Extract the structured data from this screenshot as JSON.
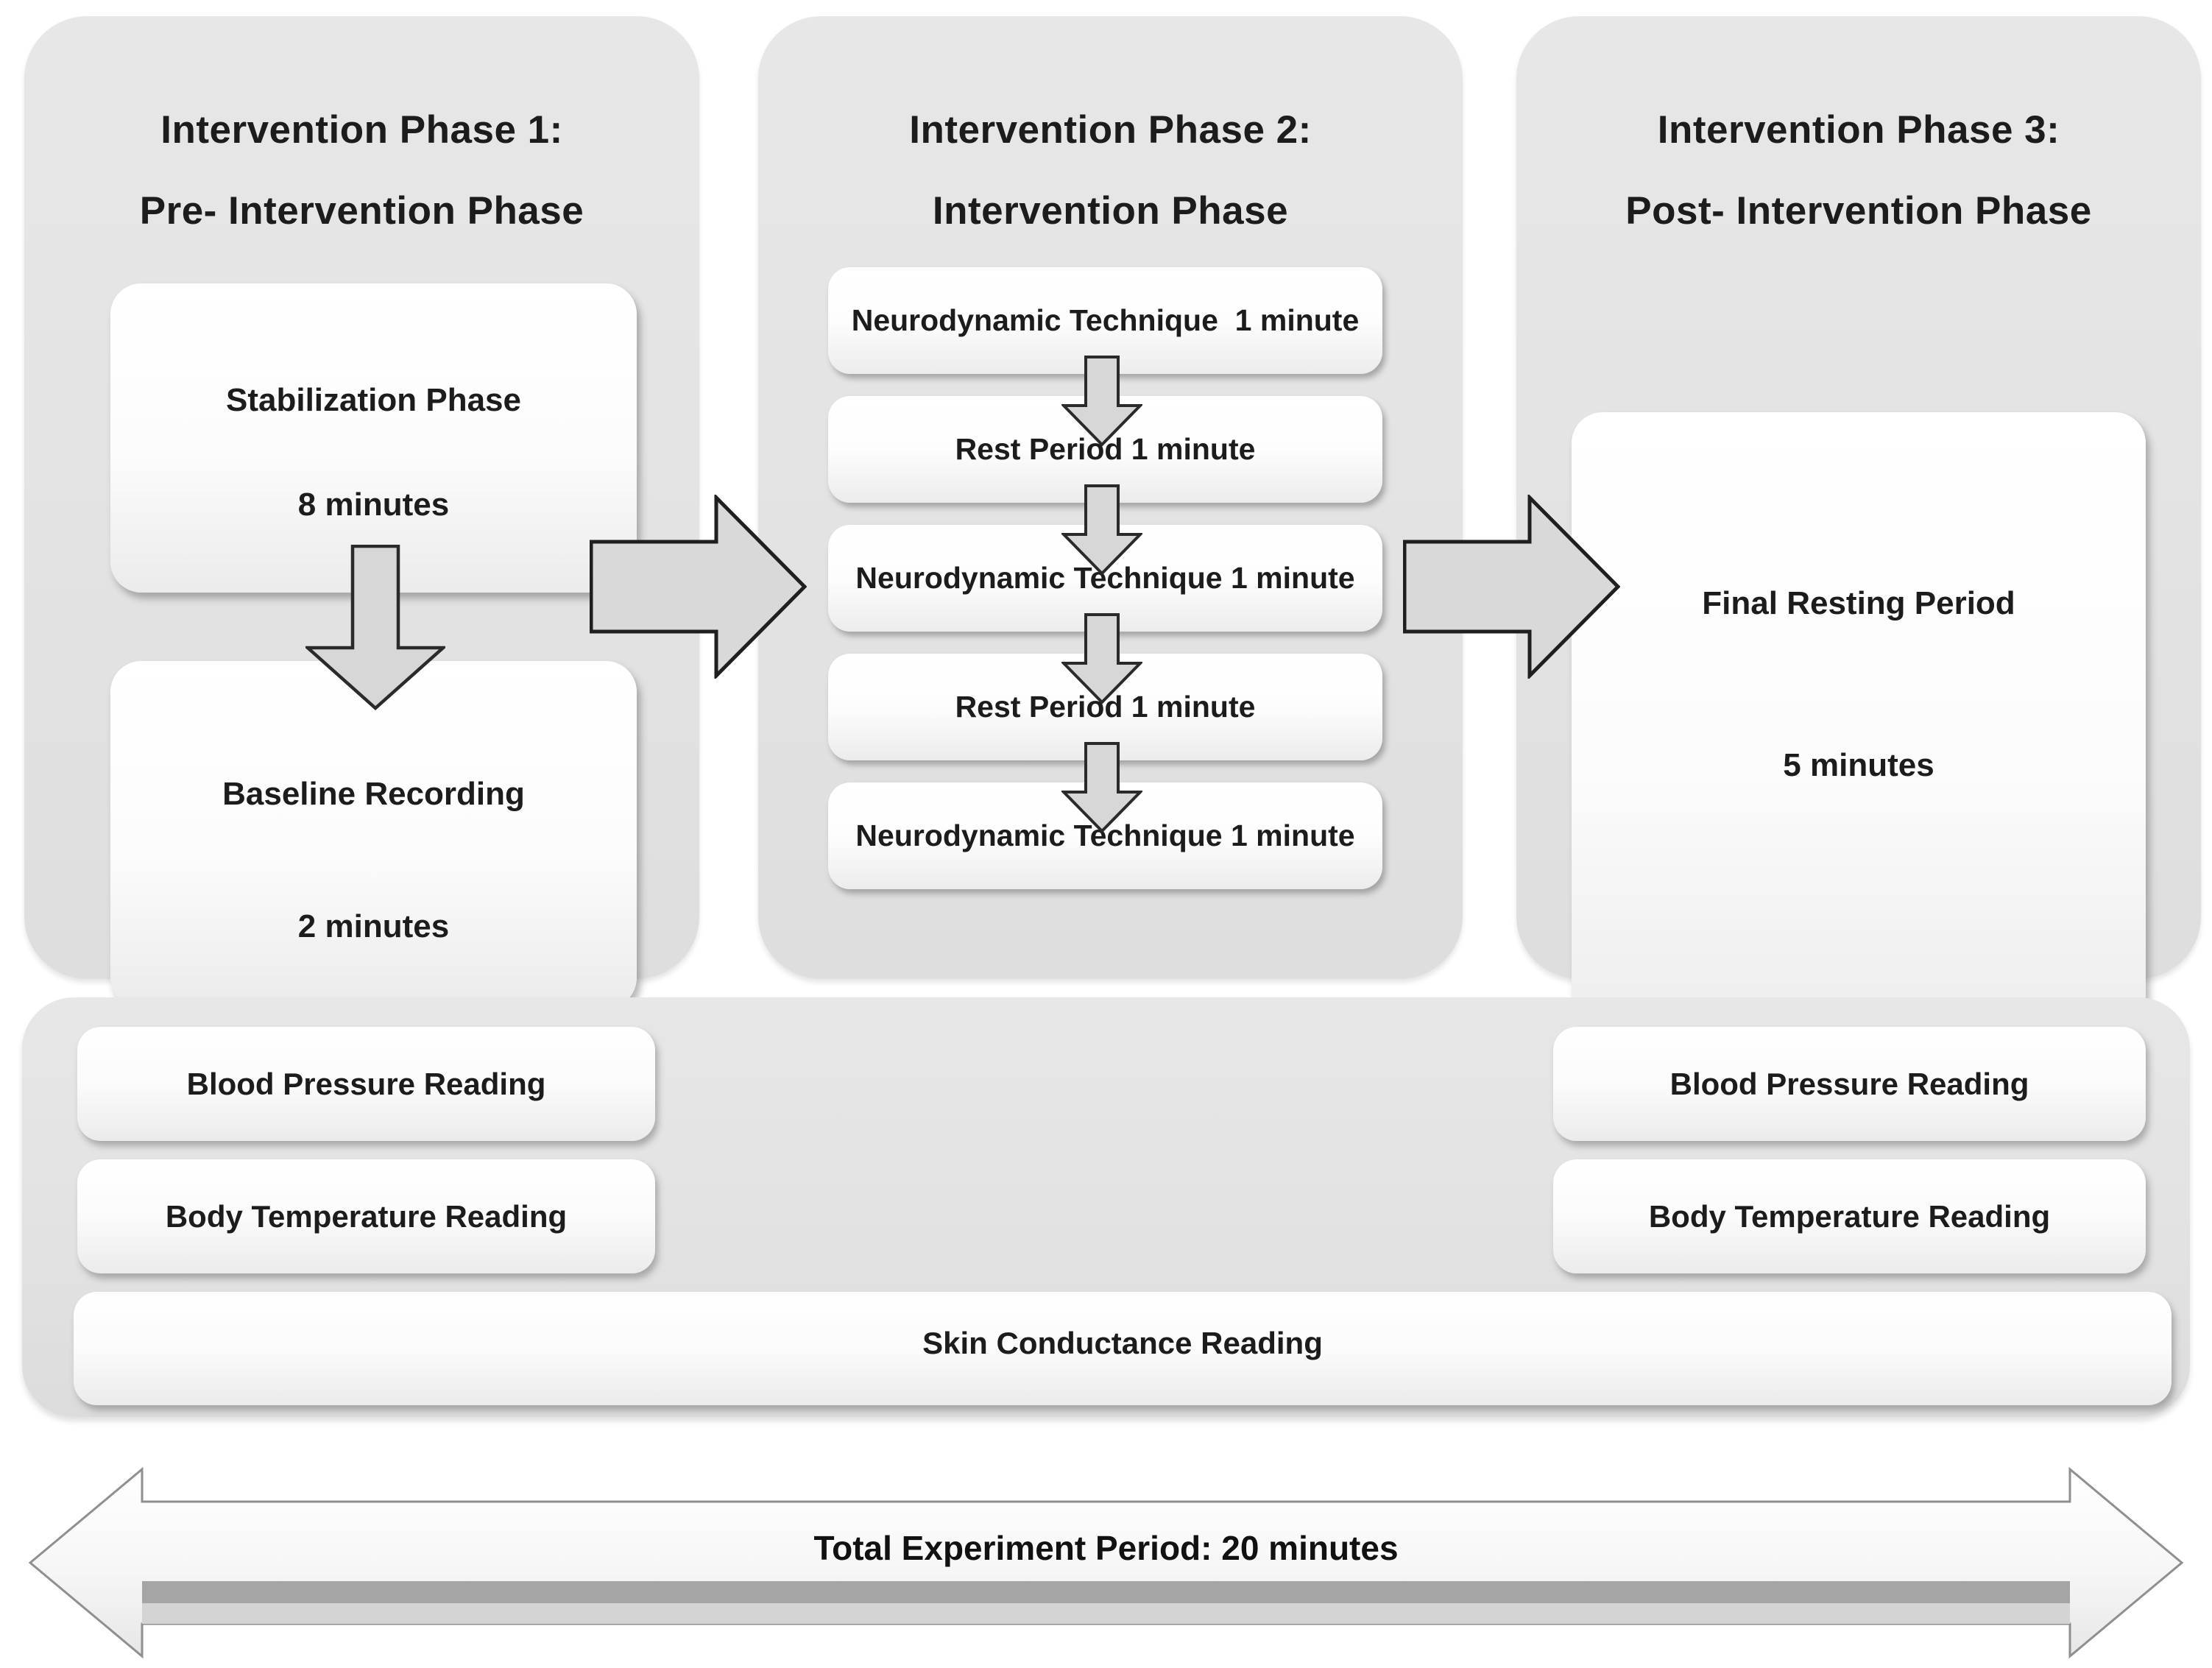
{
  "figure": {
    "phase1": {
      "title1": "Intervention Phase 1:",
      "title2": "Pre- Intervention Phase",
      "box1_line1": "Stabilization Phase",
      "box1_line2": "8 minutes",
      "box2_line1": "Baseline Recording",
      "box2_line2": "2 minutes"
    },
    "phase2": {
      "title1": "Intervention Phase 2:",
      "title2": "Intervention Phase",
      "steps": [
        "Neurodynamic Technique  1 minute",
        "Rest Period 1 minute",
        "Neurodynamic Technique 1 minute",
        "Rest Period 1 minute",
        "Neurodynamic Technique 1 minute"
      ]
    },
    "phase3": {
      "title1": "Intervention Phase 3:",
      "title2": "Post- Intervention Phase",
      "box_line1": "Final Resting Period",
      "box_line2": "5 minutes"
    },
    "measurements": {
      "left_top": "Blood Pressure Reading",
      "left_bottom": "Body Temperature Reading",
      "right_top": "Blood Pressure Reading",
      "right_bottom": "Body Temperature Reading",
      "full": "Skin Conductance Reading"
    },
    "timeline_label": "Total Experiment Period: 20 minutes",
    "colors": {
      "panel_bg": "#e4e4e4",
      "box_bg_top": "#ffffff",
      "box_bg_bottom": "#ebebeb",
      "arrow_fill": "#d8d8d8",
      "arrow_outline": "#222222",
      "timeline_fill_top": "#ffffff",
      "timeline_fill_bottom": "#e7e7e7",
      "timeline_band_dark": "#a5a5a5",
      "timeline_band_light": "#d4d4d4",
      "text": "#1c1c1c"
    }
  }
}
